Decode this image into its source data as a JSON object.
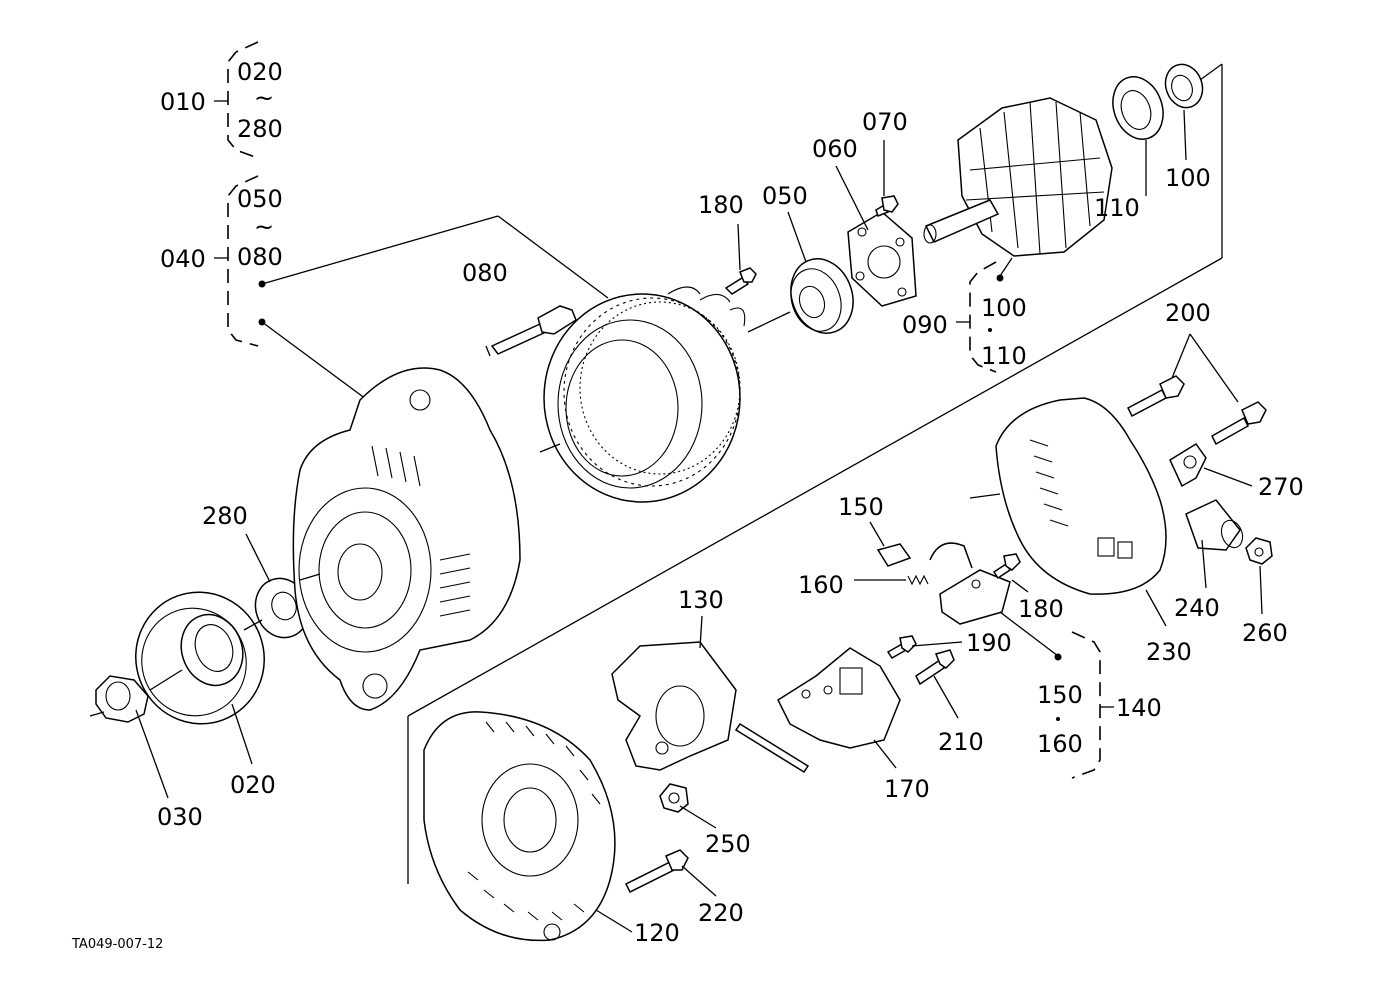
{
  "diagram": {
    "drawing_code": "TA049-007-12",
    "colors": {
      "line": "#000000",
      "background": "#ffffff"
    },
    "labels": {
      "l010": "010",
      "l020a": "020",
      "l280a": "280",
      "tilde1": "~",
      "l040": "040",
      "l050a": "050",
      "l080a": "080",
      "tilde2": "~",
      "l070": "070",
      "l060": "060",
      "l050": "050",
      "l180a": "180",
      "l080": "080",
      "l110a": "110",
      "l100a": "100",
      "l090": "090",
      "l100b": "100",
      "l110b": "110",
      "l200": "200",
      "l270": "270",
      "l150a": "150",
      "l160a": "160",
      "l180b": "180",
      "l240": "240",
      "l260": "260",
      "l230": "230",
      "l190": "190",
      "l210": "210",
      "l140": "140",
      "l150b": "150",
      "l160b": "160",
      "l130": "130",
      "l170": "170",
      "l280": "280",
      "l020": "020",
      "l030": "030",
      "l250": "250",
      "l220": "220",
      "l120": "120"
    }
  }
}
